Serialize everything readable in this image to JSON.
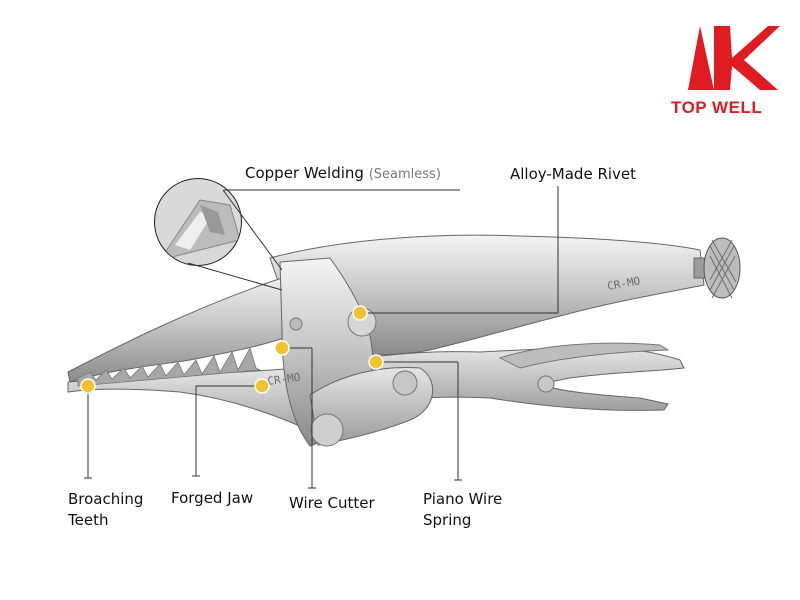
{
  "brand": {
    "name": "TOP WELL",
    "logo_color": "#e01b22"
  },
  "product": {
    "stamp": "CR-MO",
    "callout_color": "#f2c12e"
  },
  "labels": {
    "copper_welding": "Copper Welding",
    "copper_welding_note": "(Seamless)",
    "alloy_rivet": "Alloy-Made Rivet",
    "broaching_teeth_line1": "Broaching",
    "broaching_teeth_line2": "Teeth",
    "forged_jaw": "Forged Jaw",
    "wire_cutter": "Wire Cutter",
    "piano_wire_line1": "Piano Wire",
    "piano_wire_line2": "Spring"
  }
}
